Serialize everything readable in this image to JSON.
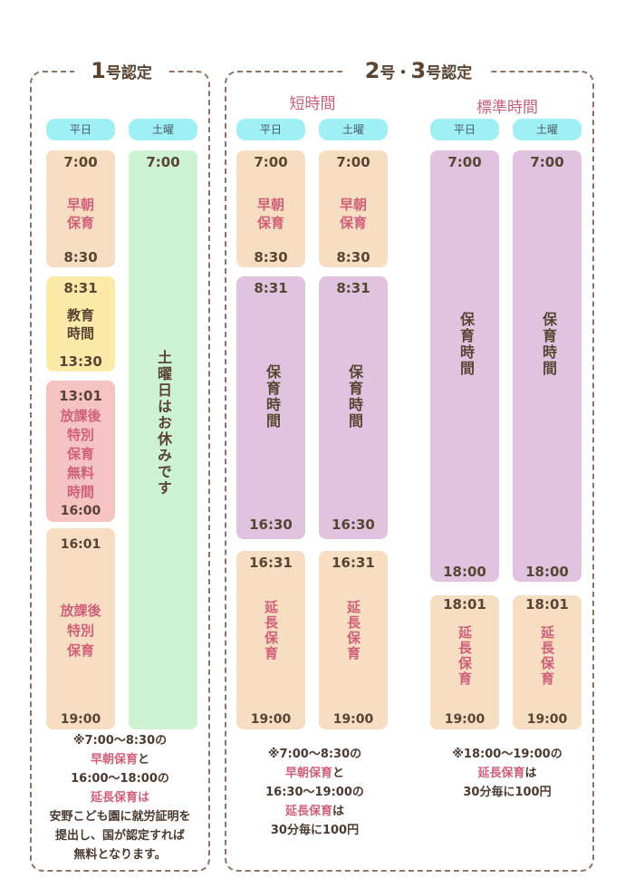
{
  "section1": {
    "num": "1",
    "title": "号認定"
  },
  "section2": {
    "num_a": "2",
    "sep": "号・",
    "num_b": "3",
    "title": "号認定"
  },
  "short_time": "短時間",
  "standard_time": "標準時間",
  "day_weekday": "平日",
  "day_saturday": "土曜",
  "times": {
    "t700": "7:00",
    "t830": "8:30",
    "t831": "8:31",
    "t1330": "13:30",
    "t1301": "13:01",
    "t1600": "16:00",
    "t1601": "16:01",
    "t1630": "16:30",
    "t1631": "16:31",
    "t1800": "18:00",
    "t1801": "18:01",
    "t1900": "19:00"
  },
  "labels": {
    "early": [
      "早朝",
      "保育"
    ],
    "education": [
      "教育",
      "時間"
    ],
    "afterschool_free": [
      "放課後",
      "特別",
      "保育",
      "無料",
      "時間"
    ],
    "afterschool": [
      "放課後",
      "特別",
      "保育"
    ],
    "saturday_closed": "土曜日はお休みです",
    "care_time": "保育時間",
    "extended": "延長保育"
  },
  "note1": {
    "l1": "※7:00～8:30の",
    "l2": "早朝保育",
    "l2b": "と",
    "l3": "16:00～18:00の",
    "l4": "延長保育は",
    "l5": "安野こども園に就労証明を",
    "l6": "提出し、国が認定すれば",
    "l7": "無料となります。"
  },
  "note2": {
    "l1": "※7:00～8:30の",
    "l2": "早朝保育",
    "l2b": "と",
    "l3": "16:30～19:00の",
    "l4": "延長保育",
    "l4b": "は",
    "l5": "30分毎に100円"
  },
  "note3": {
    "l1": "※18:00～19:00の",
    "l2": "延長保育",
    "l2b": "は",
    "l3": "30分毎に100円"
  },
  "colors": {
    "peach": "#f7dec2",
    "yellow": "#fbeaa8",
    "pink": "#f6c3c3",
    "green": "#cdf3d2",
    "purple": "#e1c3df",
    "cyan": "#9ef0f5",
    "accent": "#d0607a"
  }
}
